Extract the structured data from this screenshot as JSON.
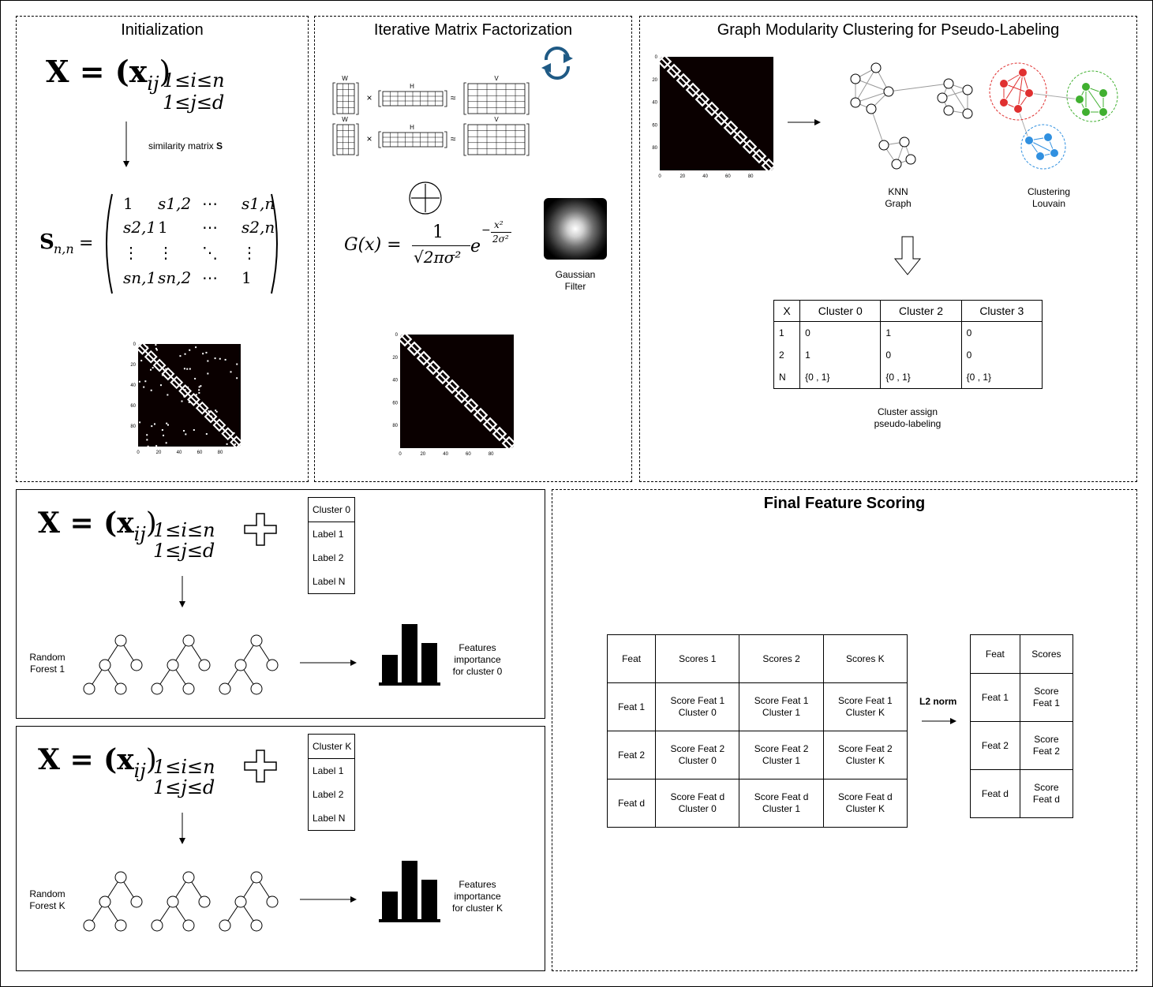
{
  "panels": {
    "init_title": "Initialization",
    "imf_title": "Iterative Matrix Factorization",
    "gmc_title": "Graph Modularity Clustering for Pseudo-Labeling",
    "final_title": "Final Feature Scoring"
  },
  "init": {
    "x_formula_main": "X = (x",
    "x_formula_sub": "ij",
    "x_formula_close": ")",
    "x_range_i": "1≤i≤n",
    "x_range_j": "1≤j≤d",
    "arrow_label": "similarity matrix ",
    "arrow_label_bold": "S",
    "s_lhs": "S",
    "s_lhs_sub": "n,n",
    "s_eq": "=",
    "matrix": [
      [
        "1",
        "s1,2",
        "⋯",
        "s1,n"
      ],
      [
        "s2,1",
        "1",
        "⋯",
        "s2,n"
      ],
      [
        "⋮",
        "⋮",
        "⋱",
        "⋮"
      ],
      [
        "sn,1",
        "sn,2",
        "⋯",
        "1"
      ]
    ],
    "heatmap_ticks_x": [
      "0",
      "20",
      "40",
      "60",
      "80"
    ],
    "heatmap_ticks_y": [
      "0",
      "20",
      "40",
      "60",
      "80"
    ]
  },
  "imf": {
    "w": "W",
    "h": "H",
    "v": "V",
    "times": "×",
    "approx": "≈",
    "gauss_lhs": "G(x) =",
    "gauss_num": "1",
    "gauss_den": "√2πσ²",
    "gauss_e": "e",
    "gauss_exp_num": "x²",
    "gauss_exp_den": "2σ²",
    "gauss_exp_minus": "−",
    "gaussian_label": [
      "Gaussian",
      "Filter"
    ],
    "heatmap_ticks_x": [
      "0",
      "20",
      "40",
      "60",
      "80"
    ],
    "heatmap_ticks_y": [
      "0",
      "20",
      "40",
      "60",
      "80"
    ]
  },
  "gmc": {
    "knn_label": [
      "KNN",
      "Graph"
    ],
    "louvain_label": [
      "Clustering",
      "Louvain"
    ],
    "table_headers": [
      "X",
      "Cluster 0",
      "Cluster 2",
      "Cluster 3"
    ],
    "table_rows": [
      [
        "1",
        "0",
        "1",
        "0"
      ],
      [
        "2",
        "1",
        "0",
        "0"
      ],
      [
        "N",
        "{0 ,  1}",
        "{0 ,  1}",
        "{0 ,  1}"
      ]
    ],
    "caption": [
      "Cluster assign",
      "pseudo-labeling"
    ],
    "heatmap_ticks_x": [
      "0",
      "20",
      "40",
      "60",
      "80"
    ],
    "heatmap_ticks_y": [
      "0",
      "20",
      "40",
      "60",
      "80"
    ],
    "cluster_colors": [
      "#e03030",
      "#40b030",
      "#3090e0"
    ]
  },
  "rf1": {
    "list": [
      "Cluster 0",
      "Label 1",
      "Label 2",
      "Label N"
    ],
    "forest_label": [
      "Random",
      "Forest 1"
    ],
    "importance_label": [
      "Features",
      "importance",
      "for cluster 0"
    ]
  },
  "rfk": {
    "list": [
      "Cluster K",
      "Label 1",
      "Label 2",
      "Label N"
    ],
    "forest_label": [
      "Random",
      "Forest K"
    ],
    "importance_label": [
      "Features",
      "importance",
      "for cluster K"
    ]
  },
  "final": {
    "score_table": {
      "headers": [
        "Feat",
        "Scores 1",
        "Scores 2",
        "Scores K"
      ],
      "rows": [
        [
          "Feat 1",
          "Score Feat 1\nCluster 0",
          "Score Feat 1\nCluster 1",
          "Score Feat 1\nCluster K"
        ],
        [
          "Feat 2",
          "Score Feat 2\nCluster 0",
          "Score Feat 2\nCluster 1",
          "Score Feat 2\nCluster K"
        ],
        [
          "Feat d",
          "Score Feat d\nCluster 0",
          "Score Feat d\nCluster 1",
          "Score Feat d\nCluster K"
        ]
      ]
    },
    "l2_label": "L2 norm",
    "norm_table": {
      "headers": [
        "Feat",
        "Scores"
      ],
      "rows": [
        [
          "Feat 1",
          "Score\nFeat 1"
        ],
        [
          "Feat 2",
          "Score\nFeat 2"
        ],
        [
          "Feat d",
          "Score\nFeat d"
        ]
      ]
    }
  }
}
